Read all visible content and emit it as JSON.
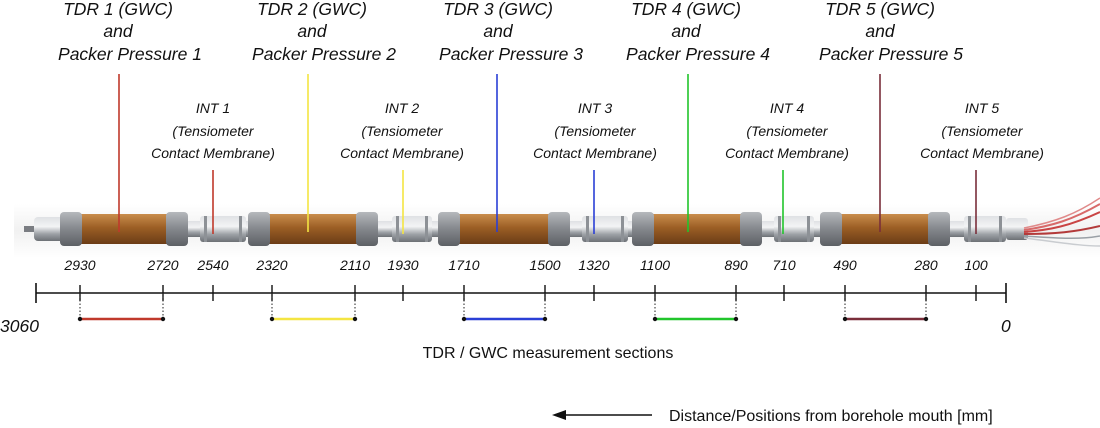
{
  "tdr_labels": [
    {
      "line1": "TDR 1 (GWC)",
      "line2": "and",
      "line3": "Packer Pressure 1",
      "color": "#c0392b"
    },
    {
      "line1": "TDR 2 (GWC)",
      "line2": "and",
      "line3": "Packer Pressure 2",
      "color": "#f4e542"
    },
    {
      "line1": "TDR 3 (GWC)",
      "line2": "and",
      "line3": "Packer Pressure 3",
      "color": "#2a3fd6"
    },
    {
      "line1": "TDR 4 (GWC)",
      "line2": "and",
      "line3": "Packer Pressure 4",
      "color": "#21c52b"
    },
    {
      "line1": "TDR 5 (GWC)",
      "line2": "and",
      "line3": "Packer Pressure 5",
      "color": "#7a2e3a"
    }
  ],
  "int_labels": [
    {
      "line1": "INT 1",
      "line2": "(Tensiometer",
      "line3": "Contact Membrane)",
      "color": "#c0392b"
    },
    {
      "line1": "INT 2",
      "line2": "(Tensiometer",
      "line3": "Contact Membrane)",
      "color": "#f4e542"
    },
    {
      "line1": "INT 3",
      "line2": "(Tensiometer",
      "line3": "Contact Membrane)",
      "color": "#2a3fd6"
    },
    {
      "line1": "INT 4",
      "line2": "(Tensiometer",
      "line3": "Contact Membrane)",
      "color": "#21c52b"
    },
    {
      "line1": "INT 5",
      "line2": "(Tensiometer",
      "line3": "Contact Membrane)",
      "color": "#7a2e3a"
    }
  ],
  "position_ticks": [
    "2930",
    "2720",
    "2540",
    "2320",
    "2110",
    "1930",
    "1710",
    "1500",
    "1320",
    "1100",
    "890",
    "710",
    "490",
    "280",
    "100"
  ],
  "axis_start_label": "3060",
  "axis_end_label": "0",
  "sections_caption": "TDR / GWC measurement sections",
  "distance_caption": "Distance/Positions from borehole mouth [mm]",
  "colors": {
    "sec1": "#c0392b",
    "sec2": "#f4e542",
    "sec3": "#2a3fd6",
    "sec4": "#21c52b",
    "sec5": "#7a2e3a",
    "probe_body": "#a0622a",
    "packer": "#8e9196",
    "steel": "#b9bcc0"
  }
}
